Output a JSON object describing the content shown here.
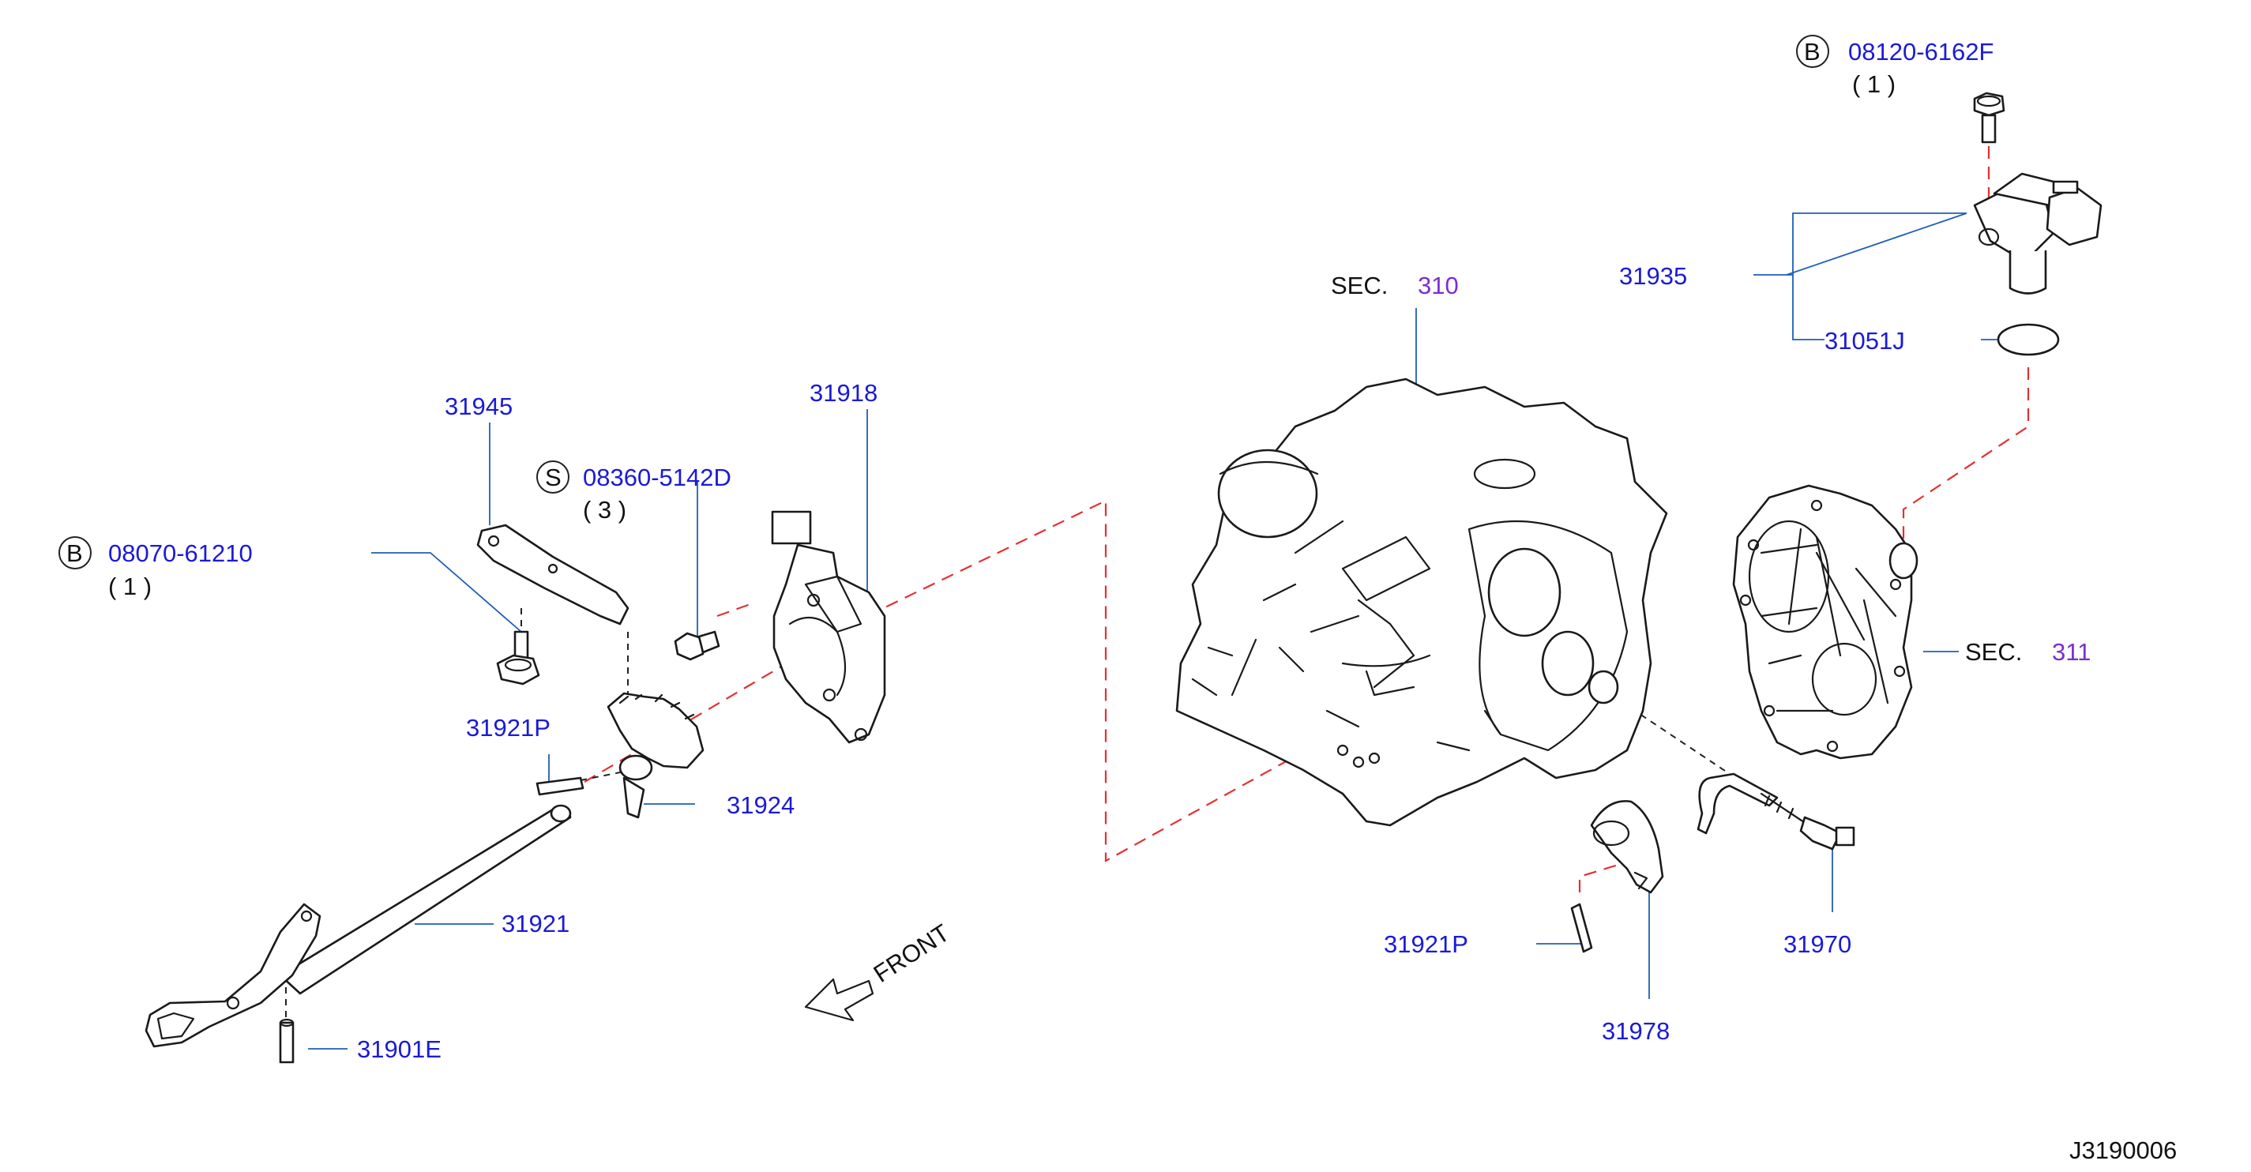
{
  "diagram_id": "J3190006",
  "front_label": "FRONT",
  "sections": {
    "sec310": {
      "prefix": "SEC.",
      "number": "310"
    },
    "sec311": {
      "prefix": "SEC.",
      "number": "311"
    }
  },
  "fasteners": {
    "bolt_b_top": {
      "badge": "B",
      "code": "08120-6162F",
      "qty": "( 1 )"
    },
    "bolt_b_left": {
      "badge": "B",
      "code": "08070-61210",
      "qty": "( 1 )"
    },
    "screw_s": {
      "badge": "S",
      "code": "08360-5142D",
      "qty": "( 3 )"
    }
  },
  "parts": {
    "p31935": "31935",
    "p31051J": "31051J",
    "p31945": "31945",
    "p31918": "31918",
    "p31921P_left": "31921P",
    "p31924": "31924",
    "p31921": "31921",
    "p31901E": "31901E",
    "p31921P_right": "31921P",
    "p31978": "31978",
    "p31970": "31970"
  }
}
